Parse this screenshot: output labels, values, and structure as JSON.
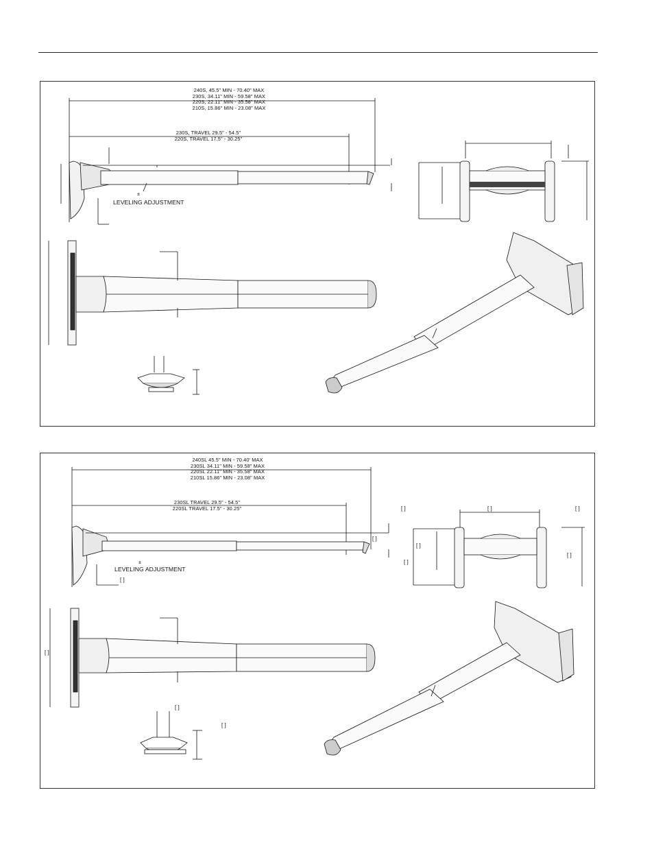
{
  "panel_s": {
    "lengths": [
      "240S, 45.5\" MIN - 70.40\" MAX",
      "230S, 34.11\" MIN - 59.58\" MAX",
      "220S, 22.11\" MIN - 35.58\" MAX",
      "210S, 15.86\" MIN - 23.08\" MAX"
    ],
    "travels": [
      "230S, TRAVEL 29.5\" - 54.5\"",
      "220S, TRAVEL 17.5\" - 30.25\""
    ],
    "leveling": "LEVELING ADJUSTMENT",
    "pm": "±"
  },
  "panel_sl": {
    "lengths": [
      "240SL 45.5\" MIN - 70.40' MAX",
      "230SL 34.11\" MIN - 59.58\" MAX",
      "220SL 22.11\" MIN - 35.58\" MAX",
      "210SL 15.86\" MIN - 23.08\" MAX"
    ],
    "travels": [
      "230SL TRAVEL 29.5\" - 54.5\"",
      "220SL TRAVEL 17.5\" - 30.25\""
    ],
    "leveling": "LEVELING ADJUSTMENT",
    "pm": "±",
    "brackets": [
      "[ ]",
      "[ ]",
      "[ ]",
      "[ ]",
      "[ ]",
      "[ ]",
      "[ ]",
      "[ ]",
      "[ ]",
      "[ ]",
      "[ ]"
    ]
  }
}
